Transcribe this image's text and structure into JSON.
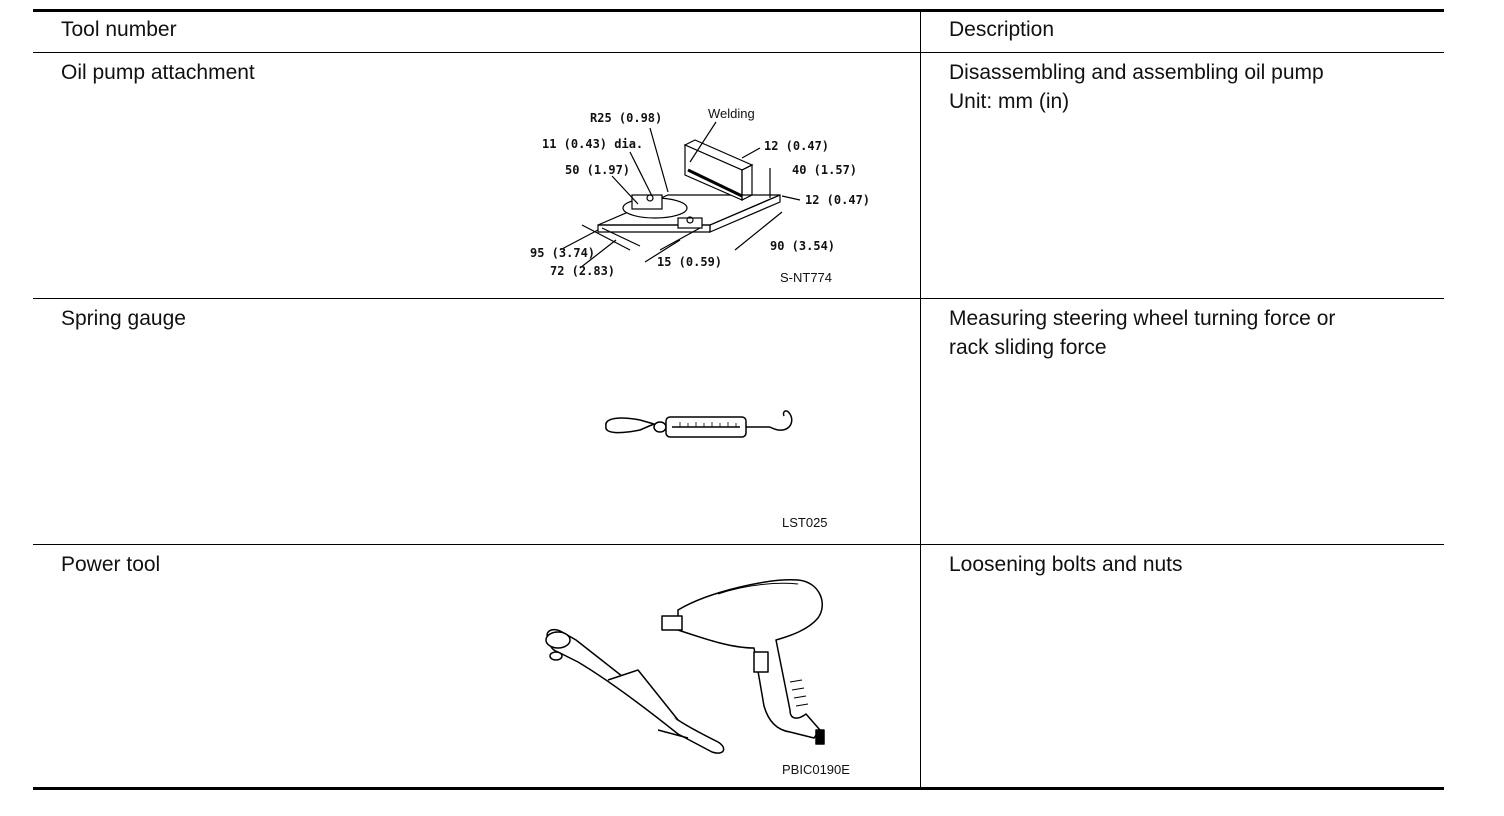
{
  "table": {
    "headers": {
      "tool_number": "Tool number",
      "description": "Description"
    },
    "rows": [
      {
        "tool": "Oil pump attachment",
        "description_lines": [
          "Disassembling and assembling oil pump",
          "Unit: mm (in)"
        ],
        "figure": {
          "code": "S-NT774",
          "labels": {
            "r25": "R25 (0.98)",
            "welding": "Welding",
            "dia": "11 (0.43) dia.",
            "d50": "50 (1.97)",
            "d12a": "12 (0.47)",
            "d40": "40 (1.57)",
            "d12b": "12 (0.47)",
            "d95": "95 (3.74)",
            "d72": "72 (2.83)",
            "d15": "15 (0.59)",
            "d90": "90 (3.54)"
          }
        }
      },
      {
        "tool": "Spring gauge",
        "description_lines": [
          "Measuring steering wheel turning force or",
          "rack sliding force"
        ],
        "figure": {
          "code": "LST025"
        }
      },
      {
        "tool": "Power tool",
        "description_lines": [
          "Loosening bolts and nuts"
        ],
        "figure": {
          "code": "PBIC0190E"
        }
      }
    ]
  }
}
